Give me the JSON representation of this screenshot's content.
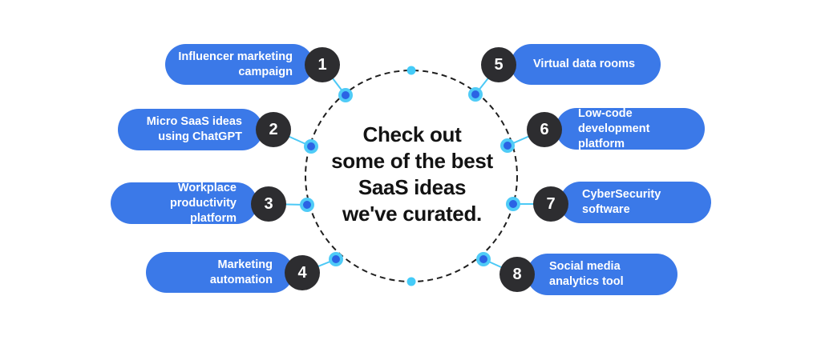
{
  "center": {
    "heading": "Check out\nsome of the best\nSaaS ideas\nwe've curated."
  },
  "items": [
    {
      "number": "1",
      "label": "Influencer marketing\ncampaign",
      "side": "left"
    },
    {
      "number": "2",
      "label": "Micro SaaS ideas\nusing ChatGPT",
      "side": "left"
    },
    {
      "number": "3",
      "label": "Workplace productivity\nplatform",
      "side": "left"
    },
    {
      "number": "4",
      "label": "Marketing automation",
      "side": "left"
    },
    {
      "number": "5",
      "label": "Virtual data rooms",
      "side": "right"
    },
    {
      "number": "6",
      "label": "Low-code development\nplatform",
      "side": "right"
    },
    {
      "number": "7",
      "label": "CyberSecurity software",
      "side": "right"
    },
    {
      "number": "8",
      "label": "Social media\nanalytics tool",
      "side": "right"
    }
  ],
  "colors": {
    "pill_blue": "#3B79E8",
    "badge_dark": "#2D2D30",
    "accent_cyan": "#4CC9F6",
    "dot_ring": "#4FCBF7",
    "dot_core": "#2B63E4",
    "heading_text": "#131313",
    "pill_text": "#FFFFFF",
    "dashed_circle": "#1F1F1F",
    "background": "#FFFFFF"
  }
}
